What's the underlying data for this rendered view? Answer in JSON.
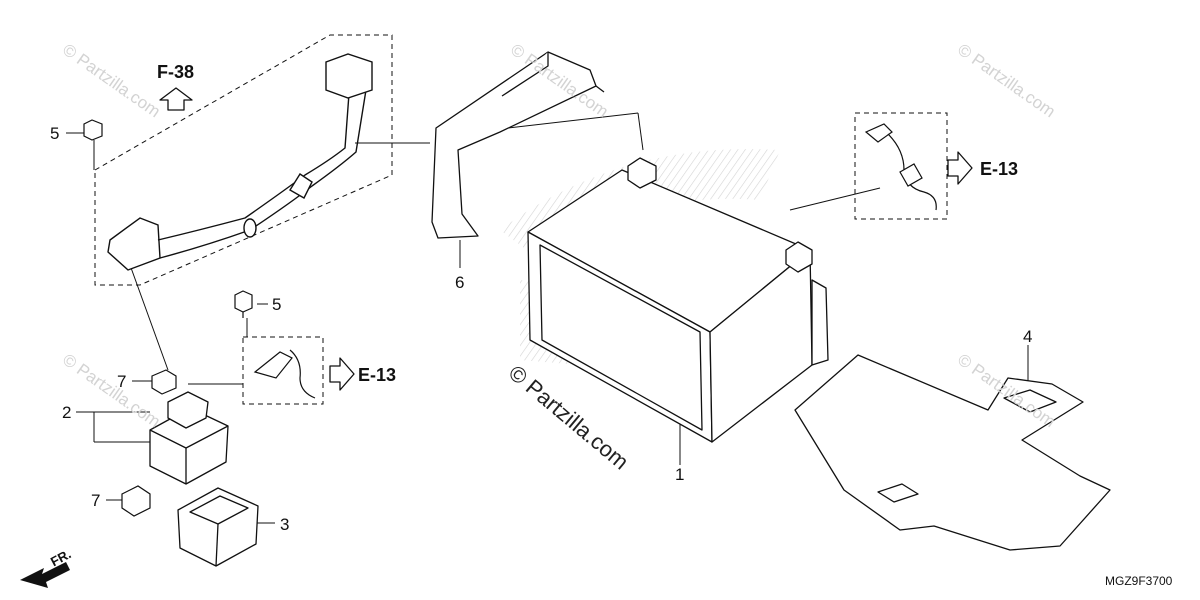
{
  "diagram": {
    "callouts": {
      "c1": "1",
      "c2": "2",
      "c3": "3",
      "c4": "4",
      "c5a": "5",
      "c5b": "5",
      "c6": "6",
      "c7a": "7",
      "c7b": "7"
    },
    "refs": {
      "f38": "F-38",
      "e13_top": "E-13",
      "e13_mid": "E-13"
    },
    "direction": "FR.",
    "diagram_code": "MGZ9F3700",
    "watermark_main": "© Partzilla.com",
    "watermark_faint": "© Partzilla.com"
  },
  "colors": {
    "line": "#111111",
    "watermark": "#d3d3d3",
    "background": "#ffffff"
  }
}
